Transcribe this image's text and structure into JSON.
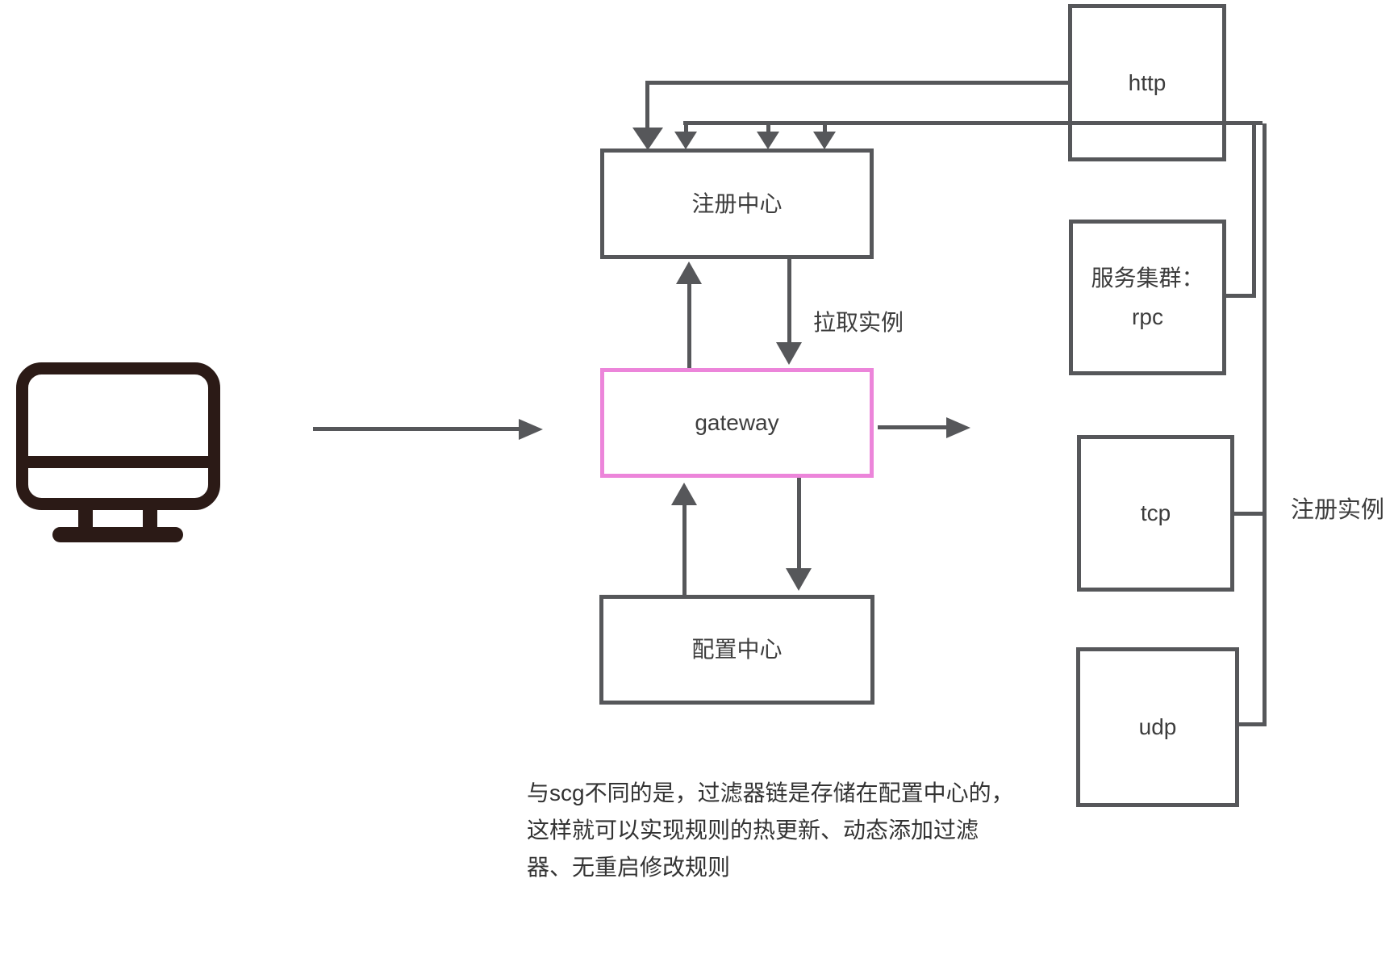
{
  "colors": {
    "line": "#56575a",
    "accent_pink": "#ec85da",
    "text": "#3d3d3d",
    "note_text": "#333333",
    "icon": "#2b1a16"
  },
  "nodes": {
    "client": {
      "icon": "computer-monitor-icon"
    },
    "registry": {
      "label": "注册中心"
    },
    "gateway": {
      "label": "gateway"
    },
    "config": {
      "label": "配置中心"
    },
    "http": {
      "label": "http"
    },
    "cluster": {
      "line1": "服务集群：",
      "line2": "rpc"
    },
    "tcp": {
      "label": "tcp"
    },
    "udp": {
      "label": "udp"
    }
  },
  "labels": {
    "pull_instances": "拉取实例",
    "register_instances": "注册实例"
  },
  "note": {
    "lines": [
      "与scg不同的是，过滤器链是存储在配置中心的，",
      "这样就可以实现规则的热更新、动态添加过滤",
      "器、无重启修改规则"
    ]
  }
}
